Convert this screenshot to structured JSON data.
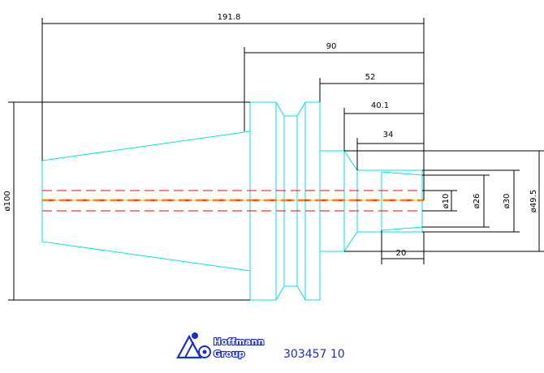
{
  "dimensions": {
    "overall_length": "191.8",
    "length_90": "90",
    "length_52": "52",
    "length_40_1": "40.1",
    "length_34": "34",
    "length_20": "20",
    "dia_100": "ø100",
    "dia_10": "ø10",
    "dia_26": "ø26",
    "dia_30": "ø30",
    "dia_49_5": "ø49.5"
  },
  "footer": {
    "company_line1": "Hoffmann",
    "company_line2": "Group",
    "part_number": "303457 10"
  },
  "colors": {
    "part_outline": "#00e5e5",
    "centerline": "#ff0000",
    "dimension": "#000000",
    "brand": "#1a2ec8"
  }
}
